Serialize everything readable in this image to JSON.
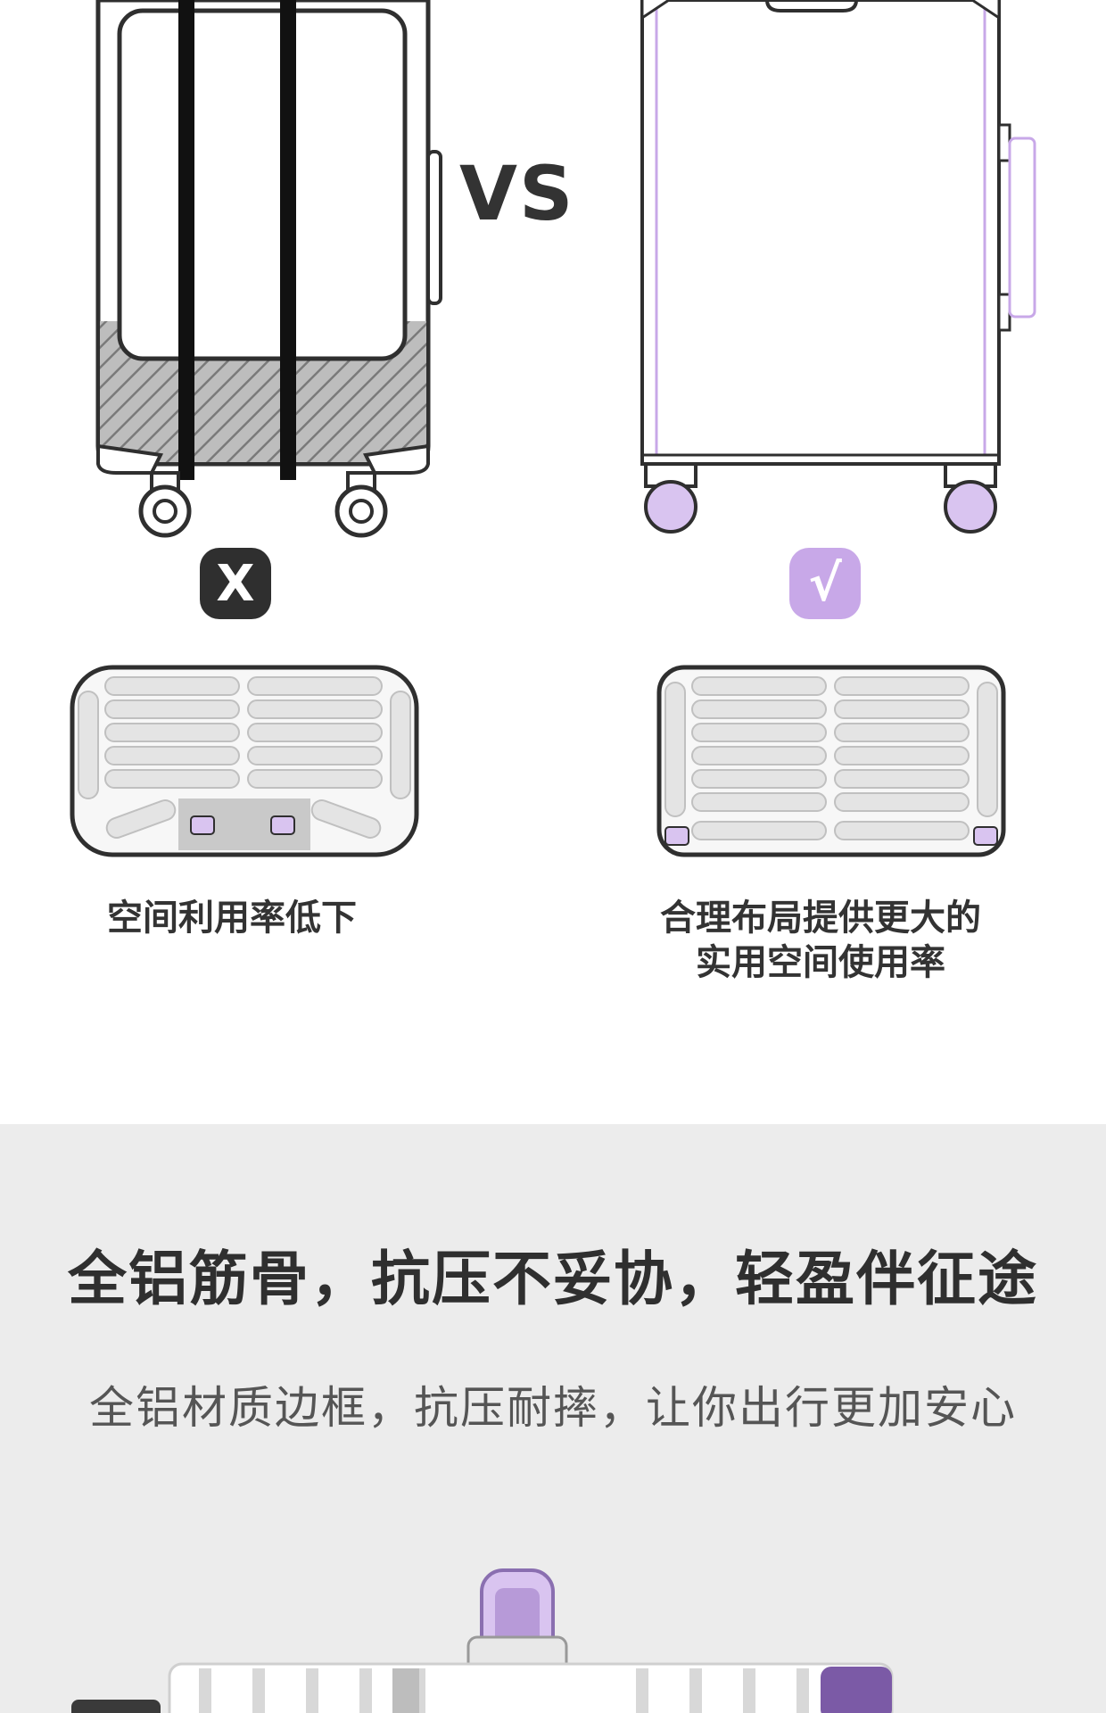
{
  "comparison": {
    "vs_text": "VS",
    "bad": {
      "badge": "X",
      "caption": "空间利用率低下"
    },
    "good": {
      "badge": "√",
      "caption_line1": "合理布局提供更大的",
      "caption_line2": "实用空间使用率"
    }
  },
  "feature": {
    "headline": "全铝筋骨，抗压不妥协，轻盈伴征途",
    "subline": "全铝材质边框，抗压耐摔，让你出行更加安心"
  },
  "colors": {
    "accent_purple": "#c8a8e8",
    "dark": "#2f2f2f",
    "band_gray": "#ececec"
  }
}
